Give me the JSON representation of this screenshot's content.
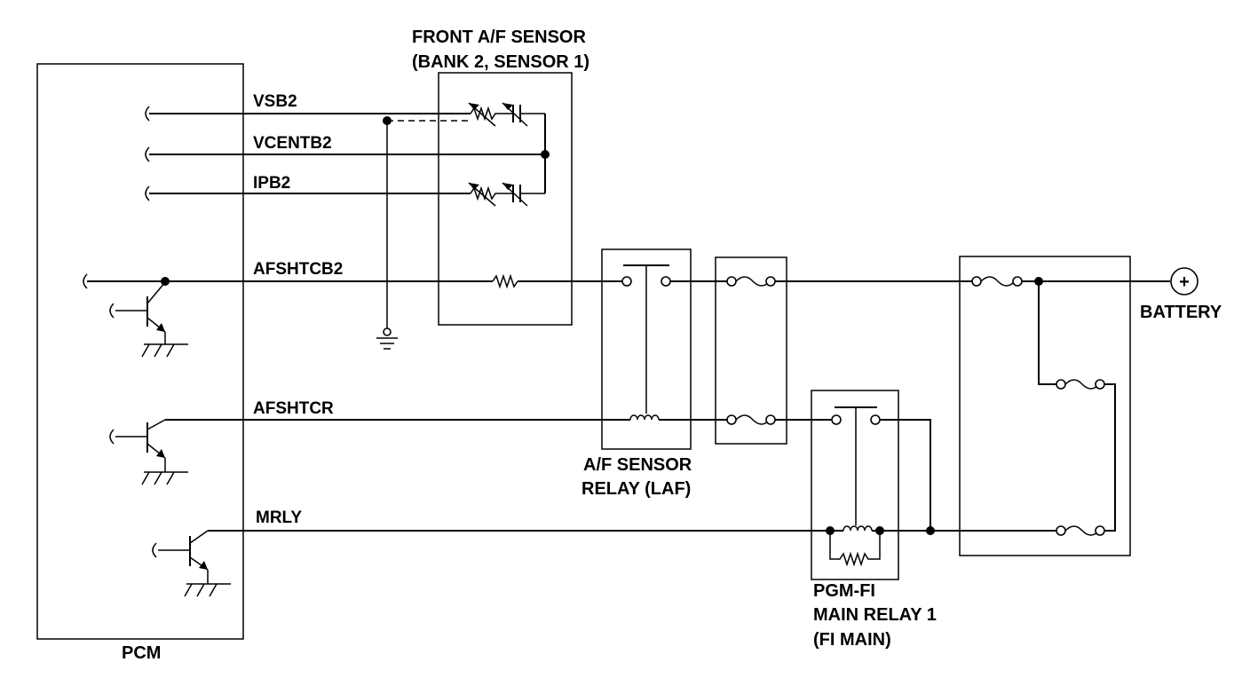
{
  "components": {
    "pcm": "PCM",
    "sensor_line1": "FRONT A/F SENSOR",
    "sensor_line2": "(BANK 2, SENSOR 1)",
    "laf_line1": "A/F SENSOR",
    "laf_line2": "RELAY (LAF)",
    "fimain_line1": "PGM-FI",
    "fimain_line2": "MAIN RELAY 1",
    "fimain_line3": "(FI MAIN)",
    "battery": "BATTERY",
    "battery_symbol": "+"
  },
  "signals": {
    "vsb2": "VSB2",
    "vcentb2": "VCENTB2",
    "ipb2": "IPB2",
    "afshtcb2": "AFSHTCB2",
    "afshtcr": "AFSHTCR",
    "mrly": "MRLY"
  }
}
